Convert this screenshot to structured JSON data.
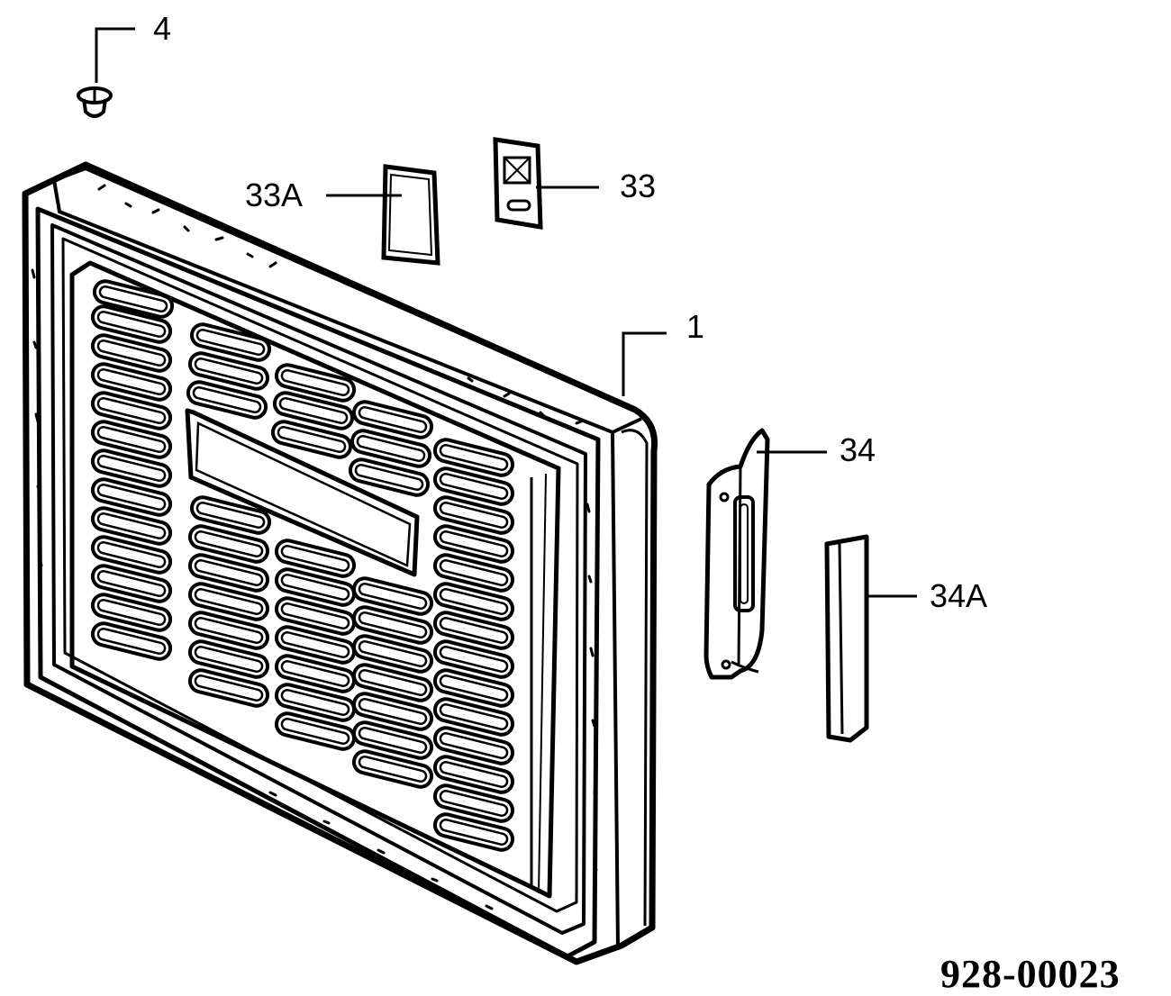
{
  "colors": {
    "ink": "#000000",
    "paper": "#ffffff"
  },
  "callouts": {
    "part_4": "4",
    "part_33a": "33A",
    "part_33": "33",
    "part_1": "1",
    "part_34": "34",
    "part_34a": "34A"
  },
  "document_id": "928-00023"
}
